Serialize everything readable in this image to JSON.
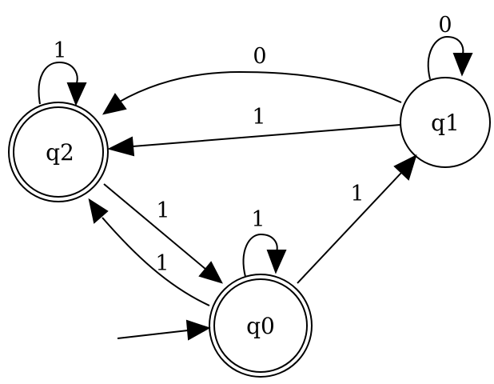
{
  "diagram": {
    "type": "finite-automaton",
    "colors": {
      "stroke": "#000000",
      "background": "#ffffff"
    },
    "start_state": "q0",
    "states": [
      {
        "id": "q0",
        "label": "q0",
        "accepting": true
      },
      {
        "id": "q1",
        "label": "q1",
        "accepting": false
      },
      {
        "id": "q2",
        "label": "q2",
        "accepting": true
      }
    ],
    "transitions": [
      {
        "from": "q2",
        "to": "q2",
        "label": "1"
      },
      {
        "from": "q1",
        "to": "q1",
        "label": "0"
      },
      {
        "from": "q0",
        "to": "q0",
        "label": "1"
      },
      {
        "from": "q1",
        "to": "q2",
        "label": "0"
      },
      {
        "from": "q1",
        "to": "q2",
        "label": "1"
      },
      {
        "from": "q2",
        "to": "q0",
        "label": "1"
      },
      {
        "from": "q0",
        "to": "q2",
        "label": "1"
      },
      {
        "from": "q0",
        "to": "q1",
        "label": "1"
      }
    ]
  }
}
